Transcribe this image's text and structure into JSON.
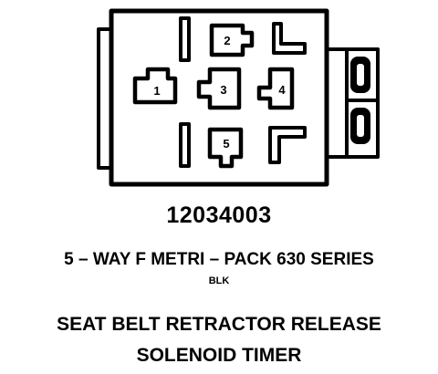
{
  "connector": {
    "part_number": "12034003",
    "description": "5 – WAY F METRI – PACK 630 SERIES",
    "color": "BLK",
    "cavities": [
      "1",
      "2",
      "3",
      "4",
      "5"
    ]
  },
  "application": {
    "line1": "SEAT BELT RETRACTOR RELEASE",
    "line2": "SOLENOID TIMER"
  }
}
